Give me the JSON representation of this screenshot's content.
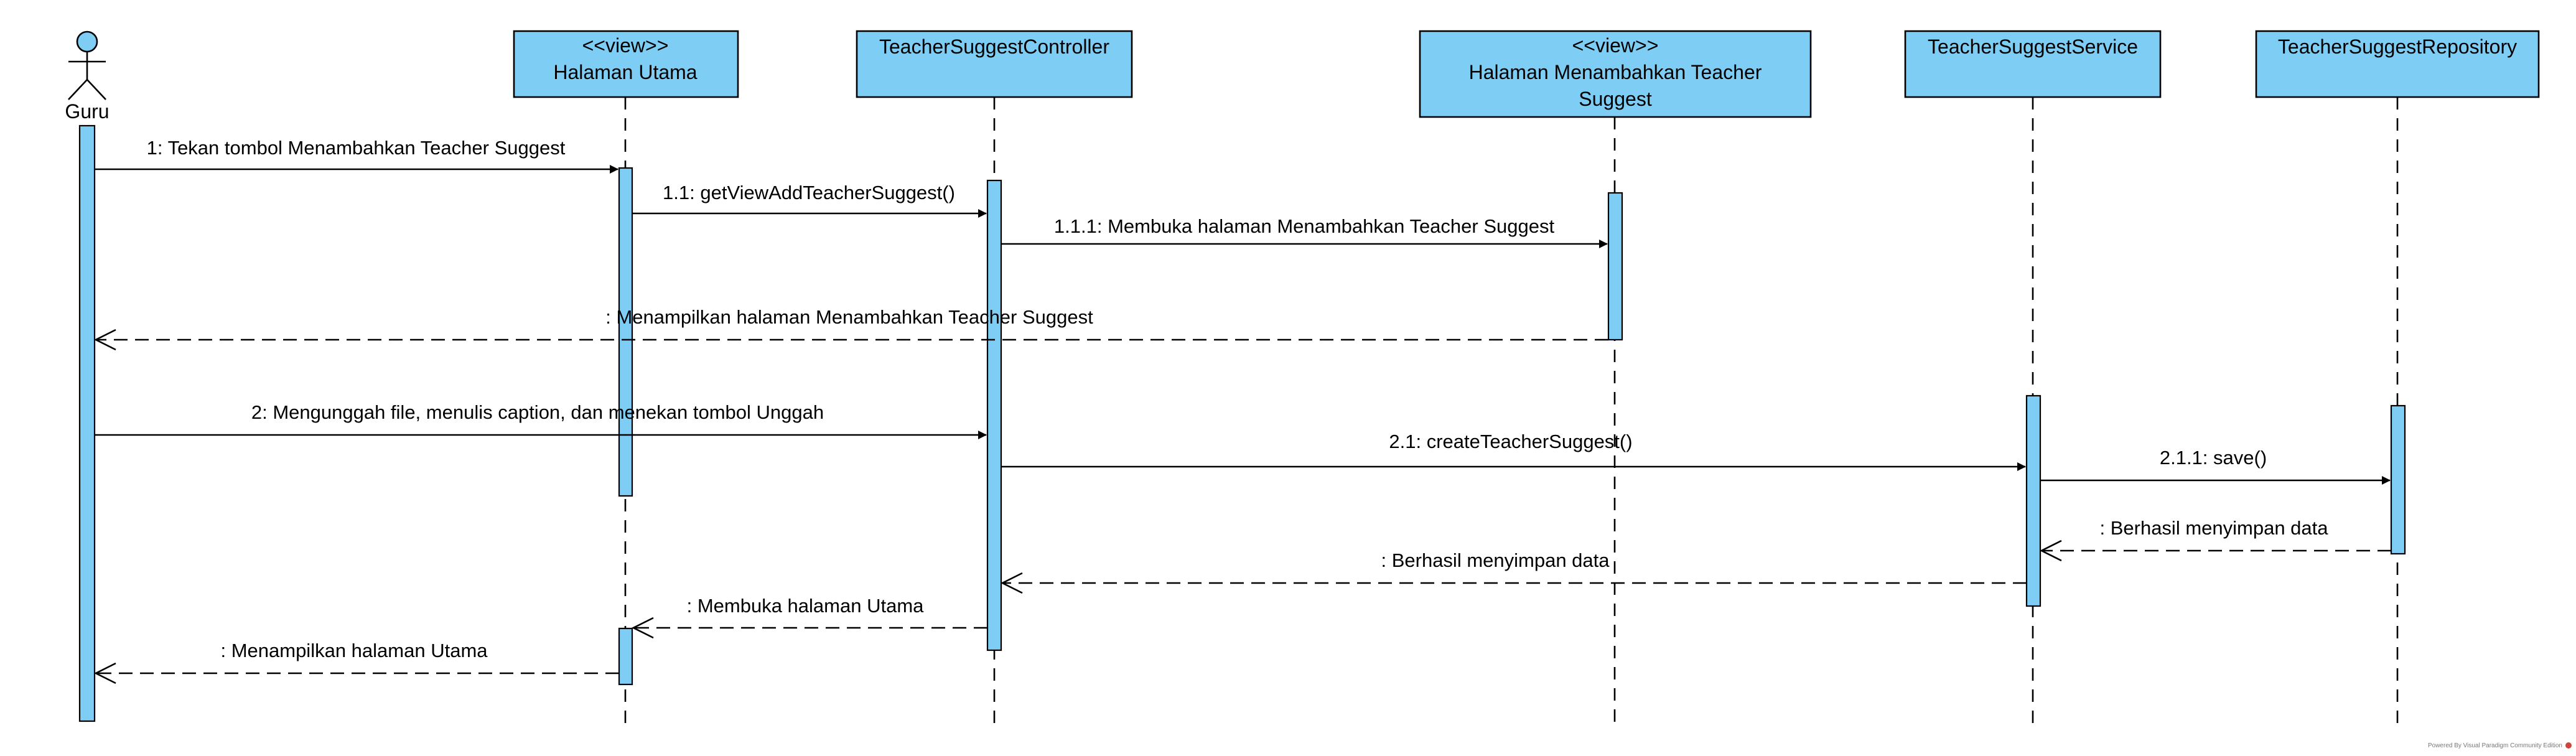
{
  "diagram": {
    "type": "sequence",
    "actor": {
      "name": "Guru"
    },
    "lifelines": [
      {
        "id": "halaman-utama",
        "stereotype": "<<view>>",
        "name": "Halaman Utama"
      },
      {
        "id": "controller",
        "stereotype": "",
        "name": "TeacherSuggestController"
      },
      {
        "id": "halaman-menambahkan",
        "stereotype": "<<view>>",
        "name_line1": "Halaman Menambahkan Teacher",
        "name_line2": "Suggest"
      },
      {
        "id": "service",
        "stereotype": "",
        "name": "TeacherSuggestService"
      },
      {
        "id": "repository",
        "stereotype": "",
        "name": "TeacherSuggestRepository"
      }
    ],
    "messages": [
      {
        "id": "m1",
        "kind": "sync",
        "from": "Guru",
        "to": "Halaman Utama",
        "label": "1: Tekan tombol Menambahkan Teacher Suggest"
      },
      {
        "id": "m1-1",
        "kind": "sync",
        "from": "Halaman Utama",
        "to": "TeacherSuggestController",
        "label": "1.1: getViewAddTeacherSuggest()"
      },
      {
        "id": "m1-1-1",
        "kind": "sync",
        "from": "TeacherSuggestController",
        "to": "Halaman Menambahkan Teacher Suggest",
        "label": "1.1.1: Membuka halaman Menambahkan Teacher Suggest"
      },
      {
        "id": "r1",
        "kind": "return",
        "from": "Halaman Menambahkan Teacher Suggest",
        "to": "Guru",
        "label": ": Menampilkan halaman Menambahkan Teacher Suggest"
      },
      {
        "id": "m2",
        "kind": "sync",
        "from": "Guru",
        "to": "TeacherSuggestController",
        "label": "2: Mengunggah file, menulis caption, dan menekan tombol Unggah"
      },
      {
        "id": "m2-1",
        "kind": "sync",
        "from": "TeacherSuggestController",
        "to": "TeacherSuggestService",
        "label": "2.1: createTeacherSuggest()"
      },
      {
        "id": "m2-1-1",
        "kind": "sync",
        "from": "TeacherSuggestService",
        "to": "TeacherSuggestRepository",
        "label": "2.1.1: save()"
      },
      {
        "id": "r2",
        "kind": "return",
        "from": "TeacherSuggestRepository",
        "to": "TeacherSuggestService",
        "label": ": Berhasil menyimpan data"
      },
      {
        "id": "r3",
        "kind": "return",
        "from": "TeacherSuggestService",
        "to": "TeacherSuggestController",
        "label": ": Berhasil menyimpan data"
      },
      {
        "id": "r4",
        "kind": "return",
        "from": "TeacherSuggestController",
        "to": "Halaman Utama",
        "label": ": Membuka halaman Utama"
      },
      {
        "id": "r5",
        "kind": "return",
        "from": "Halaman Utama",
        "to": "Guru",
        "label": ": Menampilkan halaman Utama"
      }
    ],
    "colors": {
      "fill": "#7ecdf4",
      "line": "#000000"
    },
    "footer": "Powered By  Visual Paradigm Community Edition"
  }
}
